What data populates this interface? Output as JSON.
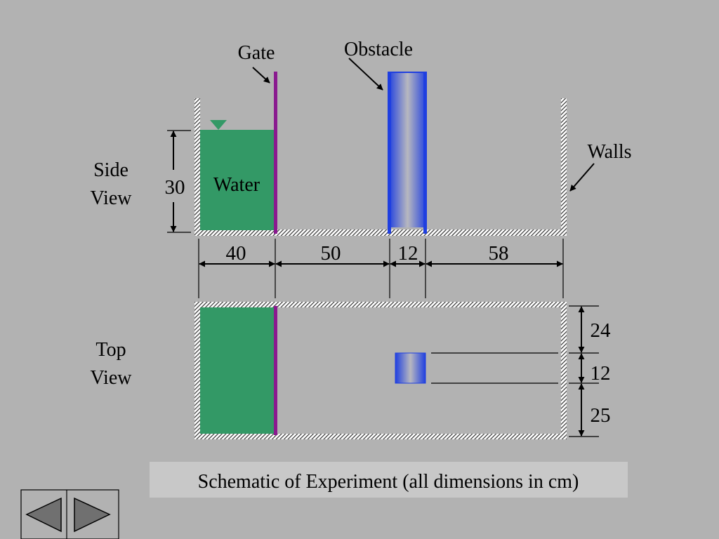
{
  "labels": {
    "gate": "Gate",
    "obstacle": "Obstacle",
    "walls": "Walls",
    "water": "Water",
    "side_view_line1": "Side",
    "side_view_line2": "View",
    "top_view_line1": "Top",
    "top_view_line2": "View"
  },
  "dimensions": {
    "water_depth": "30",
    "length_water": "40",
    "length_gate_to_obstacle": "50",
    "length_obstacle": "12",
    "length_obstacle_to_wall": "58",
    "width_upper": "24",
    "width_obstacle": "12",
    "width_lower": "25"
  },
  "caption": "Schematic of Experiment (all dimensions in cm)",
  "navigation": {
    "prev_icon": "triangle-left-icon",
    "next_icon": "triangle-right-icon"
  },
  "colors": {
    "background": "#b2b2b2",
    "water": "#339966",
    "gate": "#8a1a8f",
    "obstacle_edge": "#1f3fe0",
    "obstacle_center": "#b8b8bf",
    "caption_box": "#c8c8c8"
  }
}
